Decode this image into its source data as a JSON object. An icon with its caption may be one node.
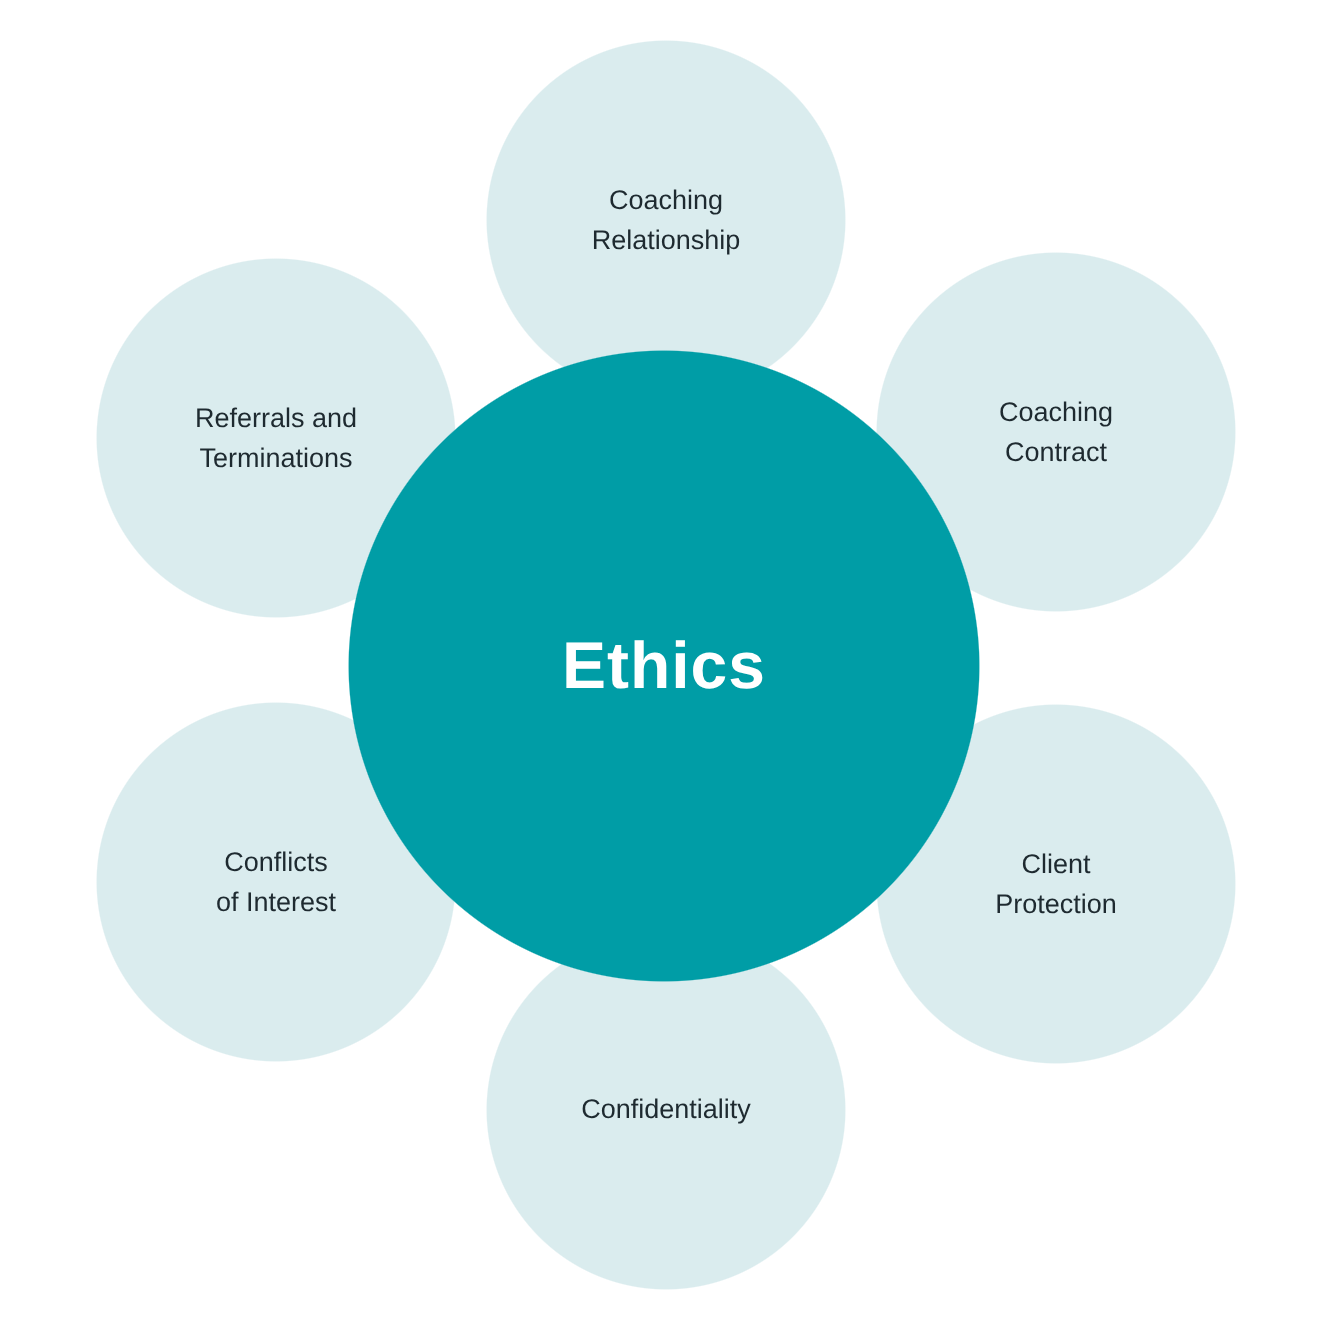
{
  "diagram": {
    "nodes": [
      {
        "text": [
          "Ethics"
        ]
      },
      {
        "text": [
          "Coaching Relationship"
        ]
      },
      {
        "text": [
          "Coaching Contract"
        ]
      },
      {
        "text": [
          "Client Protection"
        ]
      },
      {
        "text": [
          "Confidentiality"
        ]
      },
      {
        "text": [
          "Conflicts of Interest"
        ]
      },
      {
        "text": [
          "Referrals and Terminations"
        ]
      }
    ]
  }
}
